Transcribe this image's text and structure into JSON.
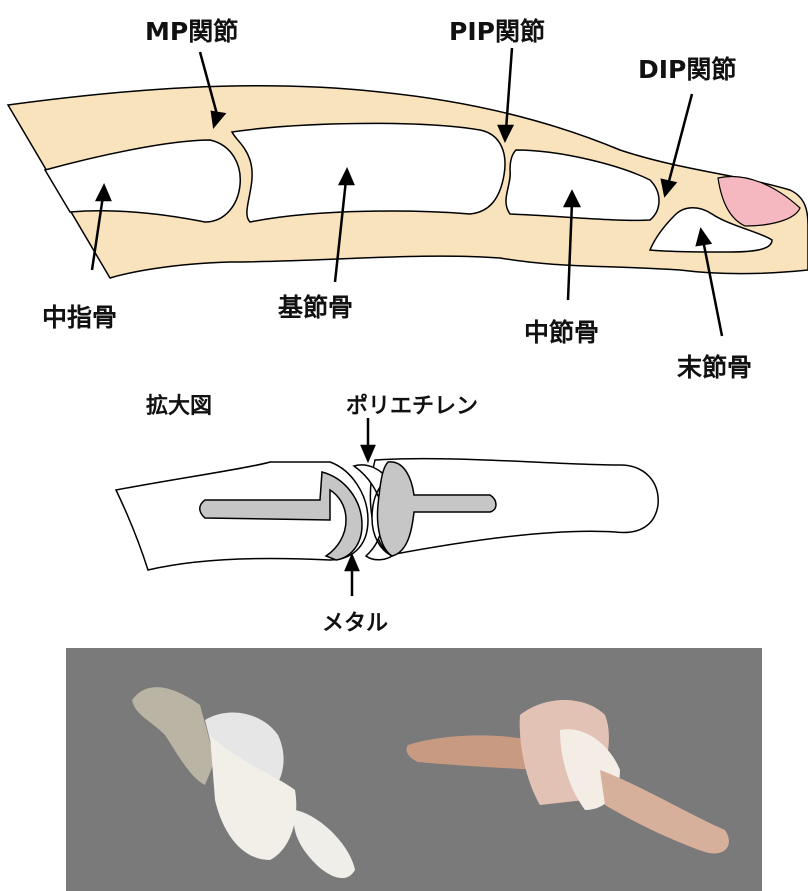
{
  "top_diagram": {
    "joints": {
      "mp": "MP関節",
      "pip": "PIP関節",
      "dip": "DIP関節"
    },
    "bones": {
      "metacarpal": "中指骨",
      "proximal_phalanx": "基節骨",
      "middle_phalanx": "中節骨",
      "distal_phalanx": "末節骨"
    },
    "colors": {
      "skin": "#f9e3bd",
      "nail": "#f6b8c0",
      "bone": "#ffffff",
      "outline": "#000000"
    }
  },
  "enlarged_diagram": {
    "title": "拡大図",
    "polyethylene": "ポリエチレン",
    "metal": "メタル",
    "colors": {
      "implant": "#c6c6c6",
      "outline": "#000000"
    }
  },
  "photo_panel": {
    "background": "#7a7a7a",
    "implants": [
      "silver-implant",
      "rose-gold-implant"
    ]
  }
}
